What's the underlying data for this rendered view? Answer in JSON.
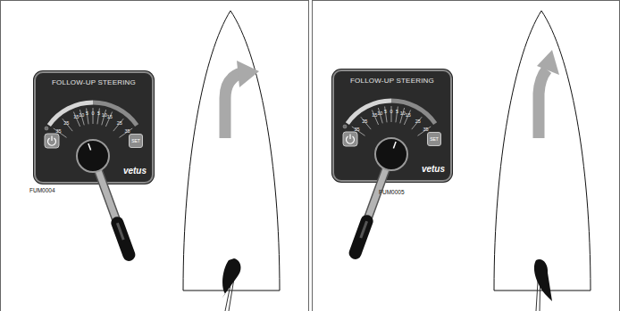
{
  "diagram": {
    "nodes": [
      {
        "text": [
          "FOLLOW-UP STEERING"
        ]
      },
      {
        "text": [
          "SET"
        ],
        "in": 0
      },
      {
        "text": [
          "FOLLOW-UP STEERING"
        ]
      },
      {
        "text": [
          "SET"
        ],
        "in": 2
      }
    ],
    "labels": [
      "35",
      "25",
      "15",
      "10",
      "5",
      "0",
      "5",
      "10",
      "15",
      "25",
      "35",
      "vetus",
      "FUM0004",
      "35",
      "25",
      "15",
      "10",
      "5",
      "0",
      "5",
      "10",
      "15",
      "25",
      "35",
      "vetus",
      "FUM0005"
    ]
  }
}
